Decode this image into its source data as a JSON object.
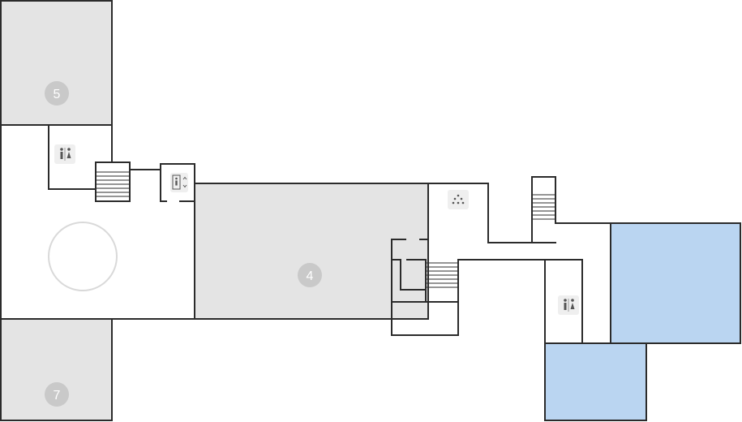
{
  "rooms": {
    "north_room": {
      "label": "5",
      "fill": "#e4e4e4"
    },
    "central_hall": {
      "label": "4",
      "fill": "#e4e4e4"
    },
    "south_room": {
      "label": "7",
      "fill": "#e4e4e4"
    },
    "highlight_color": "#bad5f1"
  },
  "icons": [
    {
      "name": "restroom-icon",
      "glyph": "🚻"
    },
    {
      "name": "elevator-icon",
      "glyph": "elevator"
    },
    {
      "name": "accessible-seating-icon",
      "glyph": "seating"
    },
    {
      "name": "restroom-icon-east",
      "glyph": "🚻"
    }
  ]
}
